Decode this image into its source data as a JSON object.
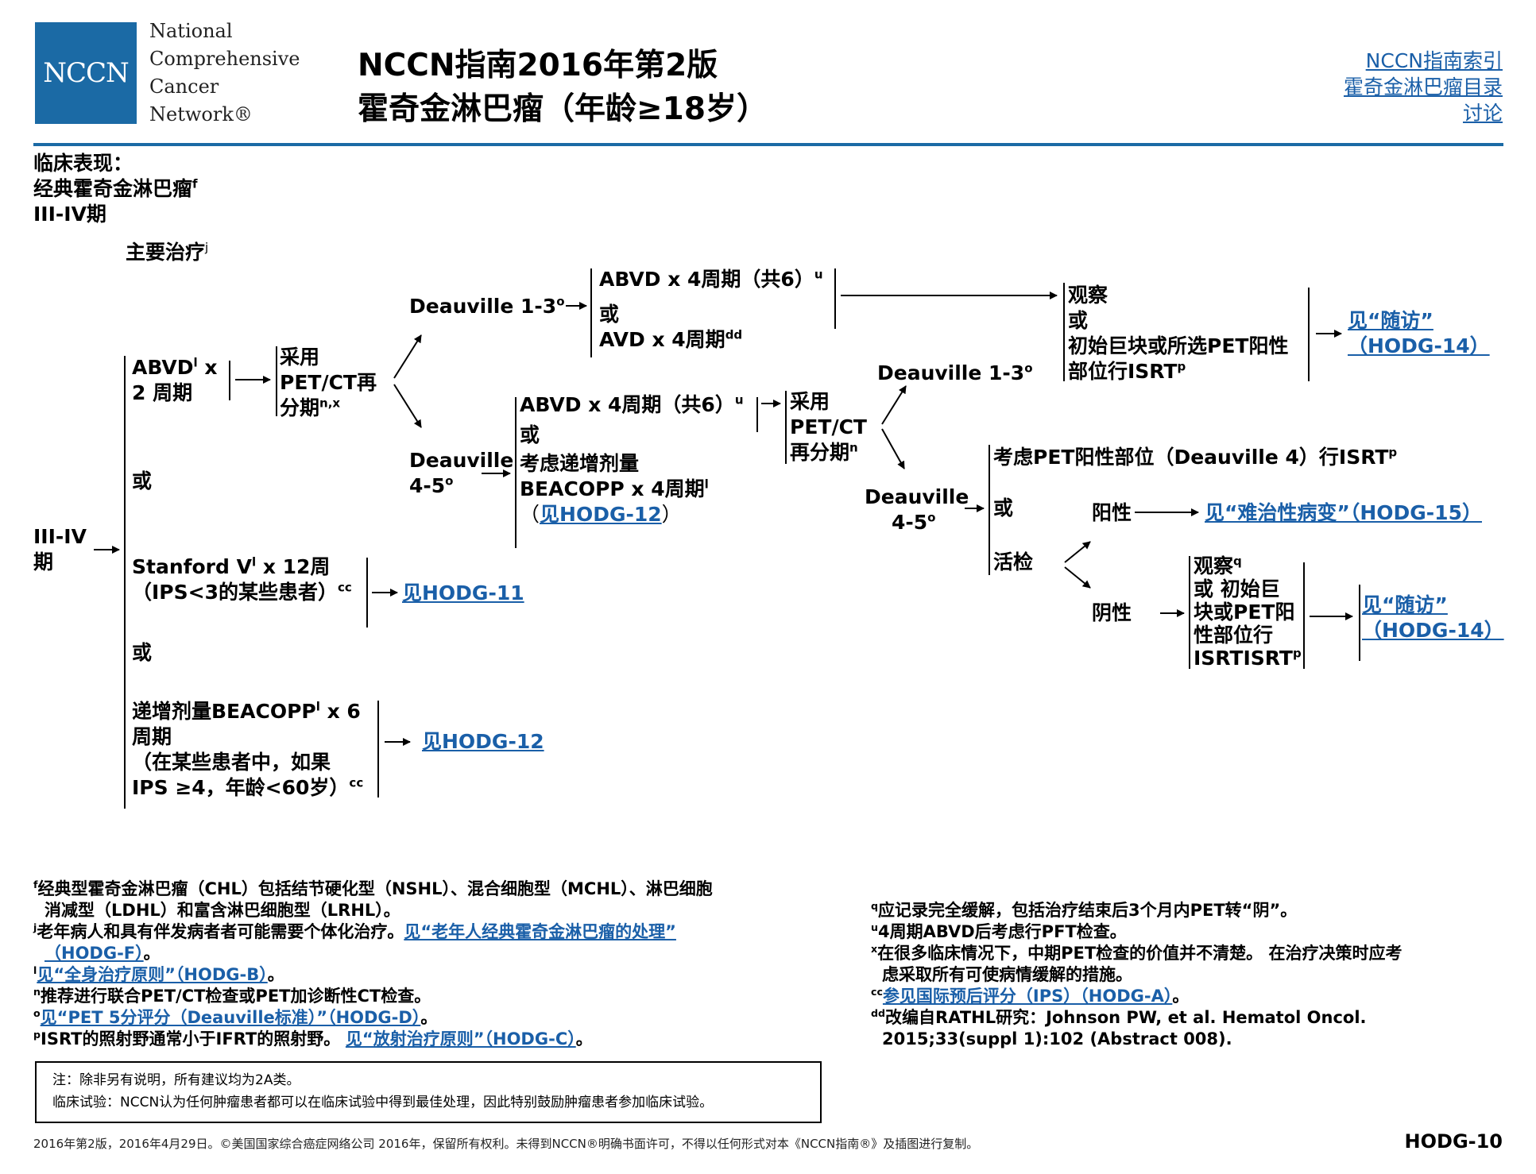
{
  "header": {
    "logo_letters": "NCCN",
    "logo_name": [
      "National",
      "Comprehensive",
      "Cancer",
      "Network®"
    ],
    "title_line1": "NCCN指南2016年第2版",
    "title_line2": "霍奇金淋巴瘤（年龄≥18岁）",
    "links": [
      "NCCN指南索引",
      "霍奇金淋巴瘤目录",
      "讨论"
    ]
  },
  "presentation": {
    "label": "临床表现：",
    "type": "经典霍奇金淋巴瘤",
    "type_sup": "f",
    "stage": "III-IV期"
  },
  "primary_treatment": {
    "label": "主要治疗",
    "sup": "j"
  },
  "diagram": {
    "stage_node": [
      "III-IV",
      "期"
    ],
    "abvd": {
      "line1": "ABVD",
      "sup": "l",
      "line1b": " x",
      "line2": "2 周期"
    },
    "or": "或",
    "restage1": {
      "line1": "采用",
      "line2": "PET/CT再",
      "line3": "分期",
      "sup": "n,x"
    },
    "deauville13_a": {
      "text": "Deauville 1-3",
      "sup": "o"
    },
    "deauville45_a": {
      "line1": "Deauville",
      "line2": "4-5",
      "sup": "o"
    },
    "abvd_avd": {
      "line1": "ABVD x 4周期（共6）",
      "sup1": "u",
      "or": "或",
      "line3": "AVD x 4周期",
      "sup3": "dd"
    },
    "abvd_beacopp": {
      "line1": "ABVD x 4周期（共6）",
      "sup1": "u",
      "or": "或",
      "line3": "考虑递增剂量",
      "line4": "BEACOPP x 4周期",
      "sup4": "l",
      "line5_pre": "（",
      "line5_link": "见HODG-12",
      "line5_post": "）"
    },
    "restage2": {
      "line1": "采用",
      "line2": "PET/CT",
      "line3": "再分期",
      "sup": "n"
    },
    "deauville13_b": {
      "text": "Deauville 1-3",
      "sup": "o"
    },
    "deauville45_b": {
      "line1": "Deauville",
      "line2": "4-5",
      "sup": "o"
    },
    "observe1": {
      "line1": "观察",
      "line2": "或",
      "line3": "初始巨块或所选PET阳性",
      "line4": "部位行ISRT",
      "sup": "p"
    },
    "followup1": {
      "line1": "见“随访”",
      "line2": "（HODG-14）"
    },
    "isrt_d4": {
      "text": "考虑PET阳性部位（Deauville 4）行ISRT",
      "sup": "p"
    },
    "or2": "或",
    "biopsy": "活检",
    "positive": "阳性",
    "refractory_link": "见“难治性病变”（HODG-15）",
    "negative": "阴性",
    "observe2": {
      "line1": "观察",
      "sup1": "q",
      "line2": "或 初始巨",
      "line3": "块或PET阳",
      "line4": "性部位行",
      "line5": "ISRTISRT",
      "sup5": "p"
    },
    "followup2": {
      "line1": "见“随访”",
      "line2": "（HODG-14）"
    },
    "stanford": {
      "line1_a": "Stanford V",
      "sup_l": "l",
      "line1_b": " x 12周",
      "line2": "（IPS<3的某些患者）",
      "sup": "cc"
    },
    "stanford_link": "见HODG-11",
    "beacopp": {
      "line1_a": "递增剂量BEACOPP",
      "sup_l": "l",
      "line1_b": " x 6",
      "line2": "周期",
      "line3": "（在某些患者中，如果",
      "line4": "IPS ≥4，年龄<60岁）",
      "sup": "cc"
    },
    "beacopp_link": "见HODG-12"
  },
  "footnotes_left": [
    {
      "mark": "f",
      "text": "经典型霍奇金淋巴瘤（CHL）包括结节硬化型（NSHL）、混合细胞型（MCHL）、淋巴细胞",
      "cont": "消减型（LDHL）和富含淋巴细胞型（LRHL）。"
    },
    {
      "mark": "j",
      "text": "老年病人和具有伴发病者者可能需要个体化治疗。",
      "link": "见“老年人经典霍奇金淋巴瘤的处理”",
      "cont_link": "（HODG-F）",
      "cont_post": "。"
    },
    {
      "mark": "l",
      "link": "见“全身治疗原则”（HODG-B）",
      "post": "。"
    },
    {
      "mark": "n",
      "text": "推荐进行联合PET/CT检查或PET加诊断性CT检查。"
    },
    {
      "mark": "o",
      "link": "见“PET 5分评分（Deauville标准）”（HODG-D）",
      "post": "。"
    },
    {
      "mark": "p",
      "text": "ISRT的照射野通常小于IFRT的照射野。",
      "link": "见“放射治疗原则”（HODG-C）",
      "post": "。"
    }
  ],
  "footnotes_right": [
    {
      "mark": "q",
      "text": "应记录完全缓解，包括治疗结束后3个月内PET转“阴”。"
    },
    {
      "mark": "u",
      "text": "4周期ABVD后考虑行PFT检查。"
    },
    {
      "mark": "x",
      "text": "在很多临床情况下，中期PET检查的价值并不清楚。 在治疗决策时应考",
      "cont": "虑采取所有可使病情缓解的措施。"
    },
    {
      "mark": "cc",
      "link": "参见国际预后评分（IPS）（HODG-A）",
      "post": "。"
    },
    {
      "mark": "dd",
      "text": "改编自RATHL研究：Johnson PW, et al. Hematol Oncol.",
      "cont": "2015;33(suppl 1):102 (Abstract 008)."
    }
  ],
  "note": {
    "line1": "注：除非另有说明，所有建议均为2A类。",
    "line2": "临床试验：NCCN认为任何肿瘤患者都可以在临床试验中得到最佳处理，因此特别鼓励肿瘤患者参加临床试验。"
  },
  "footer": {
    "copyright": "2016年第2版，2016年4月29日。©美国国家综合癌症网络公司 2016年，保留所有权利。未得到NCCN®明确书面许可，不得以任何形式对本《NCCN指南®》及插图进行复制。",
    "page_id": "HODG-10"
  },
  "colors": {
    "brand": "#1b6aa5",
    "link": "#1a5fa8"
  }
}
